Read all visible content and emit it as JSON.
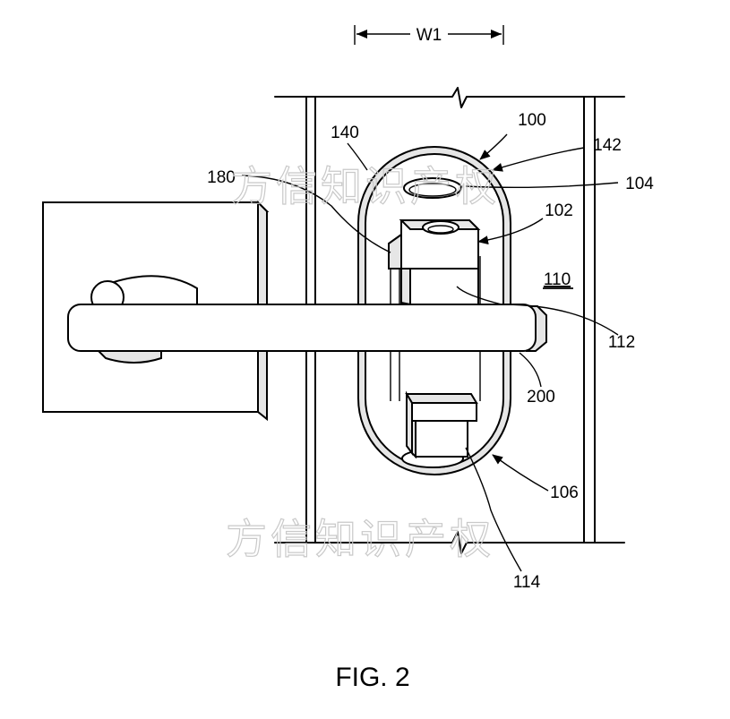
{
  "figure": {
    "caption": "FIG. 2",
    "dimension_label": "W1",
    "reference_labels": {
      "r100": "100",
      "r102": "102",
      "r104": "104",
      "r106": "106",
      "r110": "110",
      "r112": "112",
      "r114": "114",
      "r140": "140",
      "r142": "142",
      "r180": "180",
      "r200": "200"
    },
    "watermark_text": "方信知识产权"
  }
}
